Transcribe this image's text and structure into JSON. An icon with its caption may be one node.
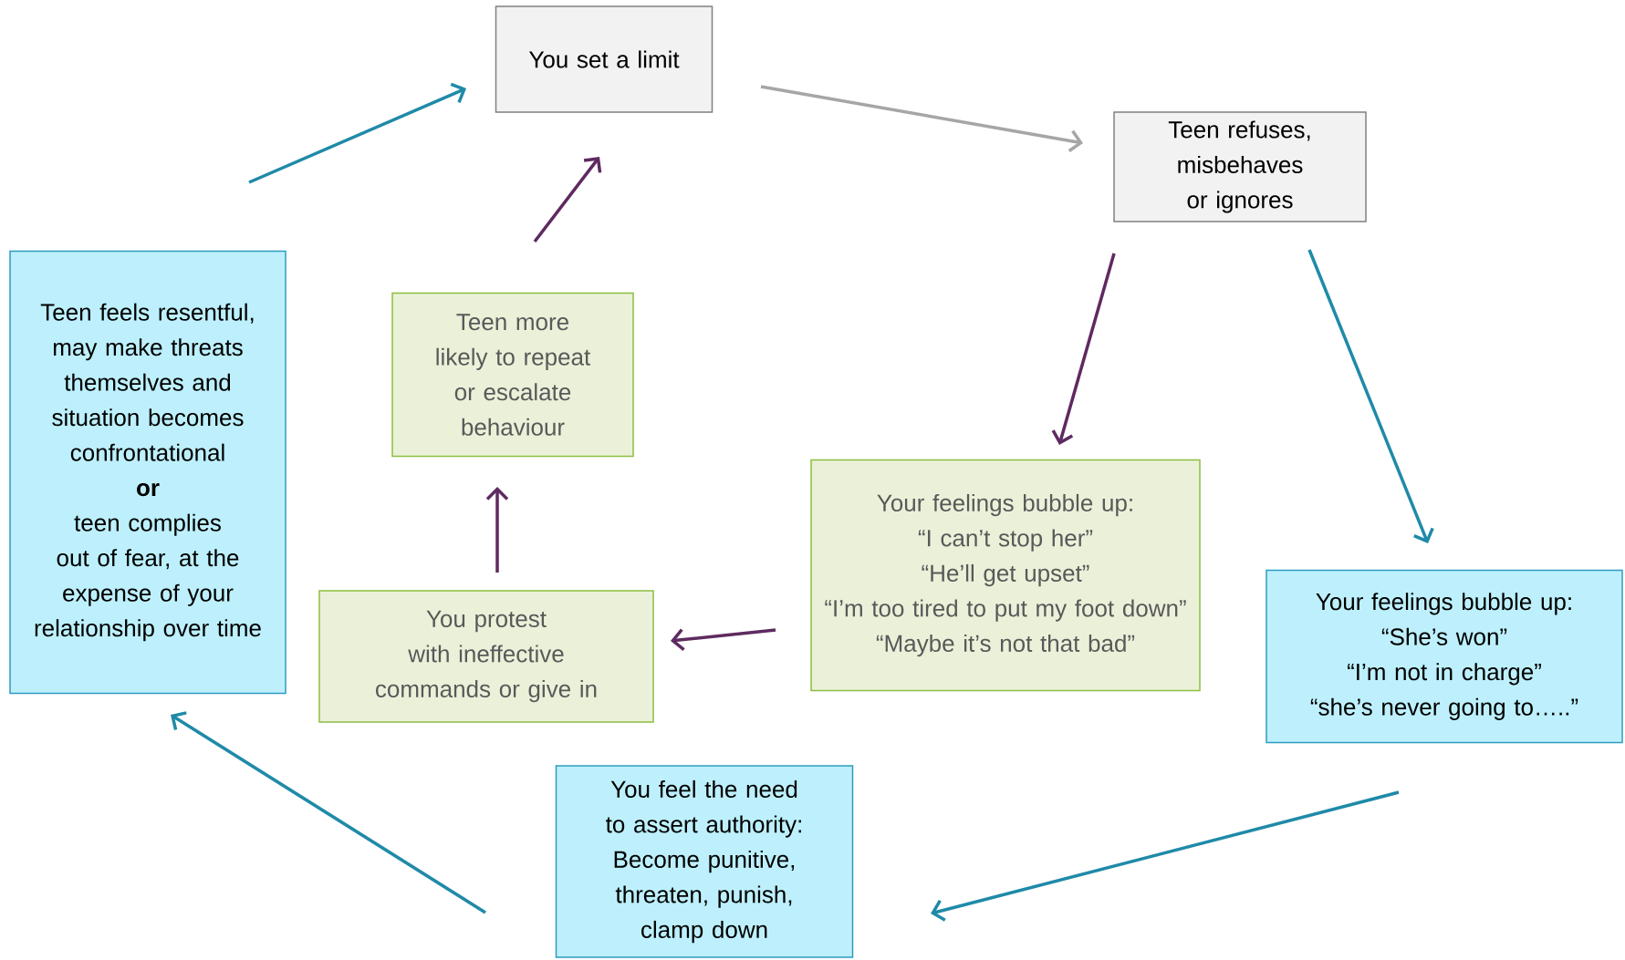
{
  "diagram": {
    "nodes": [
      {
        "text": [
          "You set a limit"
        ]
      },
      {
        "text": [
          "Teen refuses, misbehaves or ignores"
        ]
      },
      {
        "text": [
          "Your feelings bubble up:",
          "“I can’t stop her”",
          "“He’ll get upset”",
          "“I’m too tired to put my foot down”",
          "“Maybe it’s not that bad”"
        ]
      },
      {
        "text": [
          "Your feelings bubble up:",
          "“She’s won”",
          "“I’m not in charge”",
          "“she’s never going to…..”"
        ]
      },
      {
        "text": [
          "You feel the need to assert authority:",
          "Become punitive, threaten, punish, clamp down"
        ]
      },
      {
        "text": [
          "Teen feels resentful, may make threats themselves and situation becomes confrontational",
          "or",
          "teen complies out of fear, at the expense of your relationship over time"
        ]
      },
      {
        "text": [
          "You protest with ineffective commands or give in"
        ]
      },
      {
        "text": [
          "Teen more likely to repeat or escalate behaviour"
        ]
      }
    ],
    "edges": [
      {
        "from": 0,
        "to": 1,
        "arrow": "to",
        "color": "#a6a6a6"
      },
      {
        "from": 1,
        "to": 2,
        "arrow": "to",
        "color": "#5e2a60"
      },
      {
        "from": 1,
        "to": 3,
        "arrow": "to",
        "color": "#1f8aa8"
      },
      {
        "from": 3,
        "to": 4,
        "arrow": "to",
        "color": "#1f8aa8"
      },
      {
        "from": 4,
        "to": 5,
        "arrow": "to",
        "color": "#1f8aa8"
      },
      {
        "from": 5,
        "to": 0,
        "arrow": "to",
        "color": "#1f8aa8"
      },
      {
        "from": 2,
        "to": 6,
        "arrow": "to",
        "color": "#5e2a60"
      },
      {
        "from": 6,
        "to": 7,
        "arrow": "to",
        "color": "#5e2a60"
      },
      {
        "from": 7,
        "to": 0,
        "arrow": "to",
        "color": "#5e2a60"
      }
    ]
  }
}
